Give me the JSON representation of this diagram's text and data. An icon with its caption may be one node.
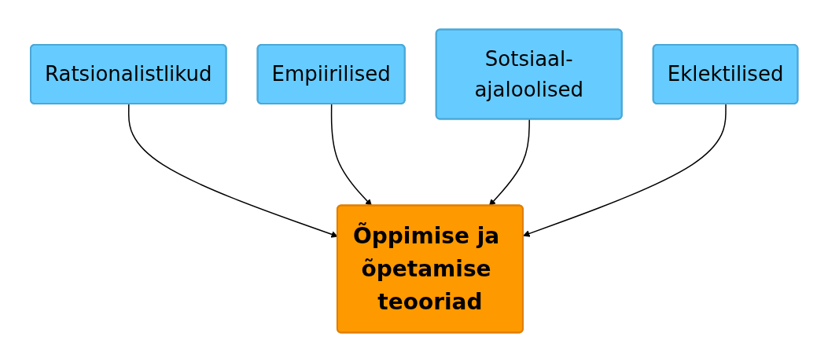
{
  "diagram": {
    "nodes": [
      {
        "text": [
          "Ratsionalistlikud"
        ]
      },
      {
        "text": [
          "Empiirilised"
        ]
      },
      {
        "text": [
          "Sotsiaal-ajaloolised"
        ]
      },
      {
        "text": [
          "Eklektilised"
        ]
      },
      {
        "text": [
          "Õppimise ja õpetamise teooriad"
        ]
      }
    ],
    "edges": [
      {
        "from": 0,
        "to": 4,
        "arrow": "to"
      },
      {
        "from": 1,
        "to": 4,
        "arrow": "to"
      },
      {
        "from": 2,
        "to": 4,
        "arrow": "to"
      },
      {
        "from": 3,
        "to": 4,
        "arrow": "to"
      }
    ]
  }
}
